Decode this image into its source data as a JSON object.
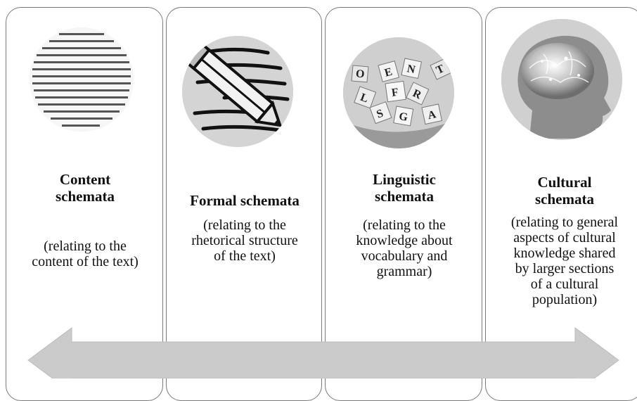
{
  "columns": [
    {
      "title_lines": [
        "Content",
        "schemata"
      ],
      "desc_lines": [
        "(relating to the",
        "content of the text)"
      ],
      "icon": "text-page-icon"
    },
    {
      "title_lines": [
        "Formal schemata"
      ],
      "desc_lines": [
        "(relating to the",
        "rhetorical structure",
        "of the text)"
      ],
      "icon": "pencil-writing-icon"
    },
    {
      "title_lines": [
        "Linguistic",
        "schemata"
      ],
      "desc_lines": [
        "(relating to the",
        "knowledge about",
        "vocabulary and",
        "grammar)"
      ],
      "icon": "letter-tiles-icon"
    },
    {
      "title_lines": [
        "Cultural",
        "schemata"
      ],
      "desc_lines": [
        "(relating to general",
        "aspects of cultural",
        "knowledge shared",
        "by larger sections",
        "of a cultural",
        "population)"
      ],
      "icon": "brain-head-icon"
    }
  ],
  "colors": {
    "arrow": "#cbcbcb",
    "panel_border": "#7a7a7a",
    "icon_bg": "#d6d6d6"
  }
}
